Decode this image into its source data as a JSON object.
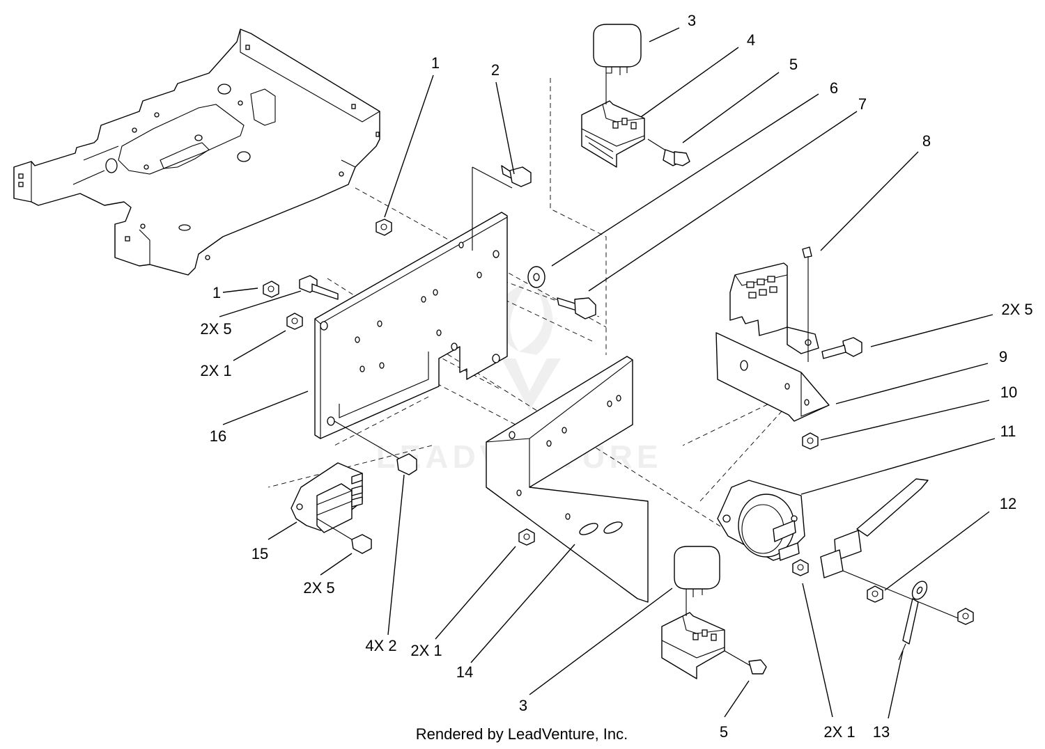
{
  "watermark": {
    "text": "LEADVENTURE"
  },
  "credit": "Rendered by LeadVenture, Inc.",
  "callouts": [
    {
      "id": "c1_top",
      "label": "1"
    },
    {
      "id": "c2_top",
      "label": "2"
    },
    {
      "id": "c3_top",
      "label": "3"
    },
    {
      "id": "c4",
      "label": "4"
    },
    {
      "id": "c5_top",
      "label": "5"
    },
    {
      "id": "c6",
      "label": "6"
    },
    {
      "id": "c7",
      "label": "7"
    },
    {
      "id": "c8",
      "label": "8"
    },
    {
      "id": "c2x5_right",
      "label": "2X 5"
    },
    {
      "id": "c9",
      "label": "9"
    },
    {
      "id": "c10",
      "label": "10"
    },
    {
      "id": "c11",
      "label": "11"
    },
    {
      "id": "c12",
      "label": "12"
    },
    {
      "id": "c1_left",
      "label": "1"
    },
    {
      "id": "c2x5_left",
      "label": "2X 5"
    },
    {
      "id": "c2x1_left",
      "label": "2X 1"
    },
    {
      "id": "c16",
      "label": "16"
    },
    {
      "id": "c15",
      "label": "15"
    },
    {
      "id": "c2x5_bottom",
      "label": "2X 5"
    },
    {
      "id": "c4x2",
      "label": "4X 2"
    },
    {
      "id": "c2x1_mid",
      "label": "2X 1"
    },
    {
      "id": "c14",
      "label": "14"
    },
    {
      "id": "c3_bottom",
      "label": "3"
    },
    {
      "id": "c5_bottom",
      "label": "5"
    },
    {
      "id": "c2x1_right",
      "label": "2X 1"
    },
    {
      "id": "c13",
      "label": "13"
    }
  ]
}
